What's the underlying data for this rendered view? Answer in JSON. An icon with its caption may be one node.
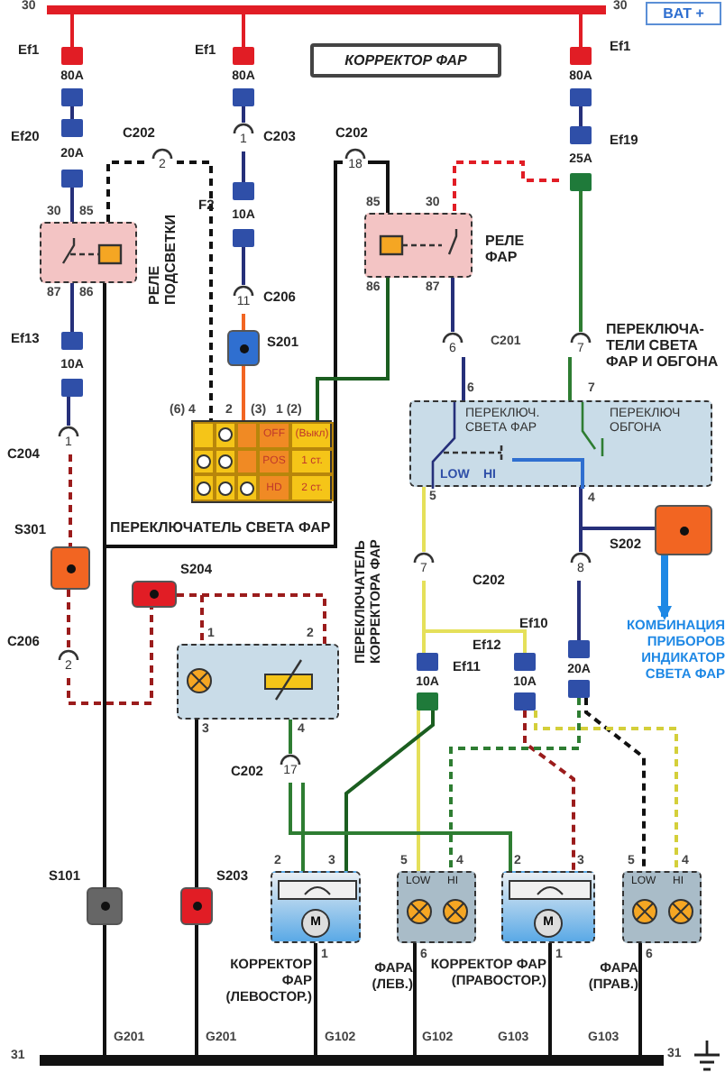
{
  "diagram": {
    "nodes": [
      {
        "text": [
          "КОРРЕКТОР ФАР"
        ]
      },
      {
        "text": [
          "BAT +"
        ]
      },
      {
        "text": [],
        "shape": "bar"
      },
      {
        "text": [
          "80A"
        ],
        "beside": [
          "Ef1"
        ]
      },
      {
        "text": [
          "20A"
        ],
        "beside": [
          "Ef20"
        ]
      },
      {
        "text": [
          "РЕЛЕ ПОДСВЕТКИ"
        ]
      },
      {
        "text": [
          "10A"
        ],
        "beside": [
          "Ef13"
        ]
      },
      {
        "text": [
          "1"
        ],
        "beside": [
          "C204"
        ]
      },
      {
        "text": [],
        "shape": "box",
        "beside": [
          "S301"
        ]
      },
      {
        "text": [
          "2"
        ],
        "beside": [
          "C206"
        ]
      },
      {
        "text": [],
        "shape": "box",
        "beside": [
          "S204"
        ]
      },
      {
        "text": [],
        "shape": "box",
        "beside": [
          "ПЕРЕКЛЮЧАТЕЛЬ КОРРЕКТОРА ФАР"
        ]
      },
      {
        "text": [],
        "shape": "box",
        "beside": [
          "S101"
        ]
      },
      {
        "text": [],
        "shape": "box",
        "beside": [
          "S203"
        ]
      },
      {
        "text": [],
        "shape": "bar"
      },
      {
        "text": [
          "80A"
        ],
        "beside": [
          "Ef1"
        ]
      },
      {
        "text": [
          "1"
        ],
        "beside": [
          "C203"
        ]
      },
      {
        "text": [
          "10A"
        ],
        "beside": [
          "F2"
        ]
      },
      {
        "text": [
          "11"
        ],
        "beside": [
          "C206"
        ]
      },
      {
        "text": [],
        "shape": "box",
        "beside": [
          "S201"
        ]
      },
      {
        "text": [
          "2"
        ],
        "beside": [
          "C202"
        ]
      },
      {
        "text": [
          "ПЕРЕКЛЮЧАТЕЛЬ СВЕТА ФАР",
          "OFF",
          "(Выкл)",
          "POS",
          "1 ст.",
          "HD",
          "2 ст."
        ]
      },
      {
        "text": [
          "18"
        ],
        "beside": [
          "C202"
        ]
      },
      {
        "text": [
          "РЕЛЕ ФАР"
        ]
      },
      {
        "text": [
          "80A"
        ],
        "beside": [
          "Ef1"
        ]
      },
      {
        "text": [
          "25A"
        ],
        "beside": [
          "Ef19"
        ]
      },
      {
        "text": [
          "6"
        ]
      },
      {
        "text": [
          "7"
        ]
      },
      {
        "text": [
          "ПЕРЕКЛЮЧ. СВЕТА ФАР",
          "ПЕРЕКЛЮЧ ОБГОНА",
          "LOW",
          "HI"
        ]
      },
      {
        "text": [
          "7"
        ],
        "beside": [
          "C202"
        ]
      },
      {
        "text": [
          "8"
        ]
      },
      {
        "text": [],
        "shape": "box",
        "beside": [
          "S202"
        ]
      },
      {
        "text": [
          "КОМБИНАЦИЯ ПРИБОРОВ ИНДИКАТОР СВЕТА ФАР"
        ]
      },
      {
        "text": [
          "10A"
        ],
        "beside": [
          "Ef11"
        ]
      },
      {
        "text": [
          "10A"
        ],
        "beside": [
          "Ef12"
        ]
      },
      {
        "text": [
          "20A"
        ],
        "beside": [
          "Ef10"
        ]
      },
      {
        "text": [
          "17"
        ],
        "beside": [
          "C202"
        ]
      },
      {
        "text": [
          "M",
          "КОРРЕКТОР ФАР (ЛЕВОСТОР.)"
        ]
      },
      {
        "text": [
          "LOW",
          "HI",
          "ФАРА (ЛЕВ.)"
        ]
      },
      {
        "text": [
          "M",
          "КОРРЕКТОР ФАР (ПРАВОСТОР.)"
        ]
      },
      {
        "text": [
          "LOW",
          "HI",
          "ФАРА (ПРАВ.)"
        ]
      }
    ],
    "edges": [
      {
        "from": 2,
        "to": 3,
        "arrow": "none",
        "color": "#e11d25"
      },
      {
        "from": 2,
        "to": 15,
        "arrow": "none",
        "color": "#e11d25"
      },
      {
        "from": 2,
        "to": 24,
        "arrow": "none",
        "color": "#e11d25"
      },
      {
        "from": 3,
        "to": 4,
        "arrow": "none",
        "color": "#26307a"
      },
      {
        "from": 4,
        "to": 5,
        "arrow": "none",
        "color": "#26307a"
      },
      {
        "from": 5,
        "to": 6,
        "arrow": "none",
        "color": "#26307a"
      },
      {
        "from": 6,
        "to": 7,
        "arrow": "none",
        "color": "#26307a"
      },
      {
        "from": 7,
        "to": 8,
        "arrow": "none",
        "style": "dashed",
        "color": "#9b1c1c"
      },
      {
        "from": 8,
        "to": 9,
        "arrow": "none",
        "style": "dashed",
        "color": "#9b1c1c"
      },
      {
        "from": 9,
        "to": 10,
        "arrow": "none",
        "style": "dashed",
        "color": "#9b1c1c"
      },
      {
        "from": 10,
        "to": 11,
        "arrow": "none",
        "style": "dashed",
        "color": "#9b1c1c"
      },
      {
        "from": 10,
        "to": 11,
        "arrow": "none",
        "style": "dashed",
        "color": "#9b1c1c"
      },
      {
        "from": 11,
        "to": 13,
        "arrow": "none",
        "color": "#111111"
      },
      {
        "from": 13,
        "to": 14,
        "arrow": "none",
        "color": "#111111"
      },
      {
        "from": 5,
        "to": 12,
        "arrow": "none",
        "color": "#111111"
      },
      {
        "from": 12,
        "to": 14,
        "arrow": "none",
        "color": "#111111"
      },
      {
        "from": 22,
        "to": 12,
        "arrow": "none",
        "color": "#111111"
      },
      {
        "from": 15,
        "to": 16,
        "arrow": "none",
        "color": "#26307a"
      },
      {
        "from": 16,
        "to": 17,
        "arrow": "none",
        "color": "#26307a"
      },
      {
        "from": 17,
        "to": 18,
        "arrow": "none",
        "color": "#26307a"
      },
      {
        "from": 18,
        "to": 19,
        "arrow": "none",
        "color": "#f26522"
      },
      {
        "from": 19,
        "to": 21,
        "arrow": "none",
        "color": "#f26522"
      },
      {
        "from": 5,
        "to": 20,
        "arrow": "none",
        "style": "dashed",
        "color": "#111111"
      },
      {
        "from": 20,
        "to": 21,
        "arrow": "none",
        "style": "dashed",
        "color": "#111111"
      },
      {
        "from": 24,
        "to": 25,
        "arrow": "none",
        "color": "#26307a"
      },
      {
        "from": 25,
        "to": 23,
        "arrow": "none",
        "style": "dashed",
        "color": "#e11d25"
      },
      {
        "from": 25,
        "to": 27,
        "arrow": "none",
        "color": "#2e7d32"
      },
      {
        "from": 23,
        "to": 26,
        "arrow": "none",
        "color": "#26307a"
      },
      {
        "from": 26,
        "to": 28,
        "arrow": "none",
        "color": "#26307a"
      },
      {
        "from": 27,
        "to": 28,
        "arrow": "none",
        "color": "#2e7d32"
      },
      {
        "from": 28,
        "to": 29,
        "arrow": "none",
        "color": "#e5e05a"
      },
      {
        "from": 28,
        "to": 30,
        "arrow": "none",
        "color": "#26307a"
      },
      {
        "from": 28,
        "to": 31,
        "arrow": "none",
        "color": "#26307a"
      },
      {
        "from": 31,
        "to": 32,
        "arrow": "to",
        "style": "thick",
        "color": "#1e88e5"
      },
      {
        "from": 29,
        "to": 33,
        "arrow": "none",
        "color": "#e5e05a"
      },
      {
        "from": 29,
        "to": 34,
        "arrow": "none",
        "color": "#e5e05a"
      },
      {
        "from": 30,
        "to": 35,
        "arrow": "none",
        "color": "#26307a"
      },
      {
        "from": 33,
        "to": 38,
        "arrow": "none",
        "color": "#e5e05a"
      },
      {
        "from": 33,
        "to": 37,
        "arrow": "none",
        "color": "#1b5e20"
      },
      {
        "from": 36,
        "to": 37,
        "arrow": "none",
        "color": "#2e7d32"
      },
      {
        "from": 36,
        "to": 39,
        "arrow": "none",
        "color": "#2e7d32"
      },
      {
        "from": 11,
        "to": 36,
        "arrow": "none",
        "color": "#2e7d32"
      },
      {
        "from": 34,
        "to": 39,
        "arrow": "none",
        "style": "dashed",
        "color": "#9b1c1c"
      },
      {
        "from": 35,
        "to": 38,
        "arrow": "none",
        "style": "dashed",
        "color": "#2e7d32"
      },
      {
        "from": 35,
        "to": 40,
        "arrow": "none",
        "style": "dashed",
        "color": "#111111"
      },
      {
        "from": 34,
        "to": 40,
        "arrow": "none",
        "style": "dashed",
        "color": "#d4cf3a"
      },
      {
        "from": 37,
        "to": 14,
        "arrow": "none",
        "color": "#111111"
      },
      {
        "from": 38,
        "to": 14,
        "arrow": "none",
        "color": "#111111"
      },
      {
        "from": 39,
        "to": 14,
        "arrow": "none",
        "color": "#111111"
      },
      {
        "from": 40,
        "to": 14,
        "arrow": "none",
        "color": "#111111"
      },
      {
        "from": 23,
        "to": 21,
        "arrow": "none",
        "color": "#1b5e20"
      },
      {
        "from": 22,
        "to": 23,
        "arrow": "none",
        "color": "#111111"
      }
    ],
    "labels": [
      "30",
      "30",
      "31",
      "31",
      "G201",
      "G201",
      "G102",
      "G102",
      "G103",
      "G103",
      "30",
      "85",
      "87",
      "86",
      "85",
      "30",
      "86",
      "87",
      "(6) 4",
      "2",
      "(3)",
      "1 (2)",
      "6",
      "7",
      "5",
      "4",
      "1",
      "2",
      "3",
      "4",
      "2",
      "3",
      "1",
      "5",
      "4",
      "6",
      "2",
      "3",
      "1",
      "5",
      "4",
      "6",
      "C201",
      "ПЕРЕКЛЮЧА-ТЕЛИ СВЕТА ФАР И ОБГОНА"
    ]
  }
}
